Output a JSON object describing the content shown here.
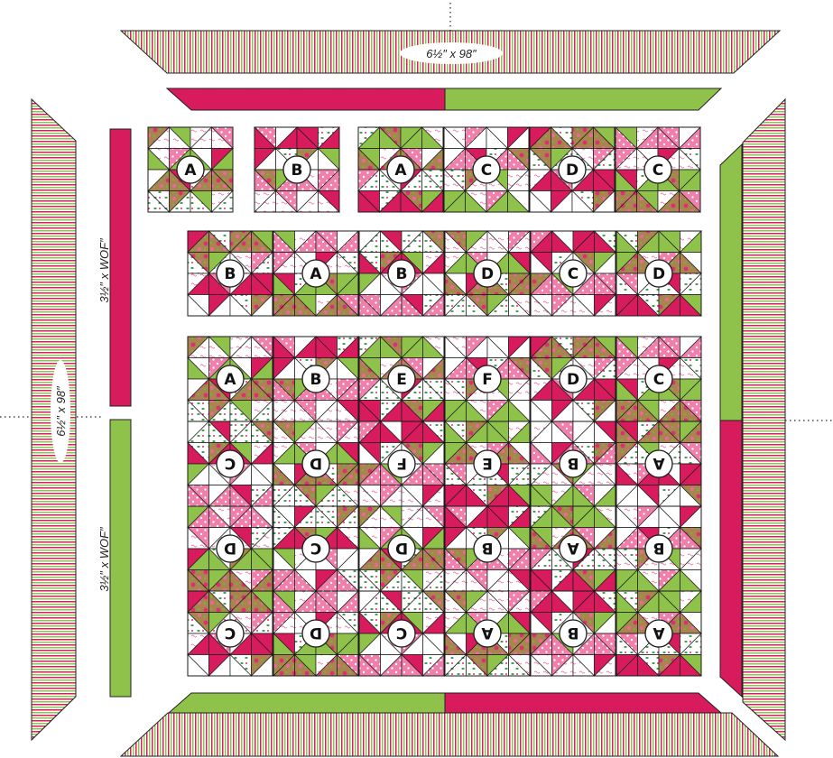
{
  "colors": {
    "pink": "#d81b5c",
    "green": "#8fc24a",
    "light_pink": "#f07fab",
    "floral": "#a77944",
    "stripe_pink": "#d61f69",
    "stripe_green": "#90c641",
    "ink": "#1a1a1a"
  },
  "labels": {
    "top_border": "6½″ x 98″",
    "left_border": "6½″ x 98″",
    "strip_upper": "3½″ x WOF″",
    "strip_lower": "3½″ x WOF″"
  },
  "rows": {
    "row1_left": [
      "A",
      "B"
    ],
    "row1_right": [
      "A",
      "C",
      "D",
      "C"
    ],
    "row2": [
      "B",
      "A",
      "B",
      "D",
      "C",
      "D"
    ],
    "main": [
      [
        "A",
        "B",
        "E",
        "F",
        "D",
        "C"
      ],
      [
        "C",
        "D",
        "F",
        "E",
        "B",
        "A"
      ],
      [
        "D",
        "C",
        "D",
        "B",
        "A",
        "B"
      ],
      [
        "C",
        "D",
        "C",
        "A",
        "B",
        "A"
      ]
    ],
    "main_rotated": [
      [
        false,
        false,
        false,
        false,
        false,
        false
      ],
      [
        true,
        true,
        true,
        true,
        true,
        true
      ],
      [
        true,
        true,
        true,
        true,
        true,
        true
      ],
      [
        true,
        true,
        true,
        true,
        true,
        true
      ]
    ]
  },
  "icons": {
    "block_label": "circle-letter-icon",
    "fabric": "stripe-fabric-icon"
  }
}
